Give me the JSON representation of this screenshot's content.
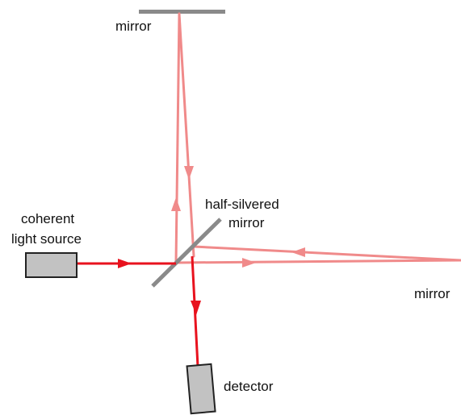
{
  "labels": {
    "top_mirror": "mirror",
    "source_line1": "coherent",
    "source_line2": "light source",
    "splitter_line1": "half-silvered",
    "splitter_line2": "mirror",
    "right_mirror": "mirror",
    "detector": "detector"
  },
  "colors": {
    "beam_strong": "#e8121e",
    "beam_weak": "#f08a8a",
    "mirror": "#8a8a8a",
    "box_fill": "#c2c2c2",
    "box_stroke": "#222222"
  }
}
